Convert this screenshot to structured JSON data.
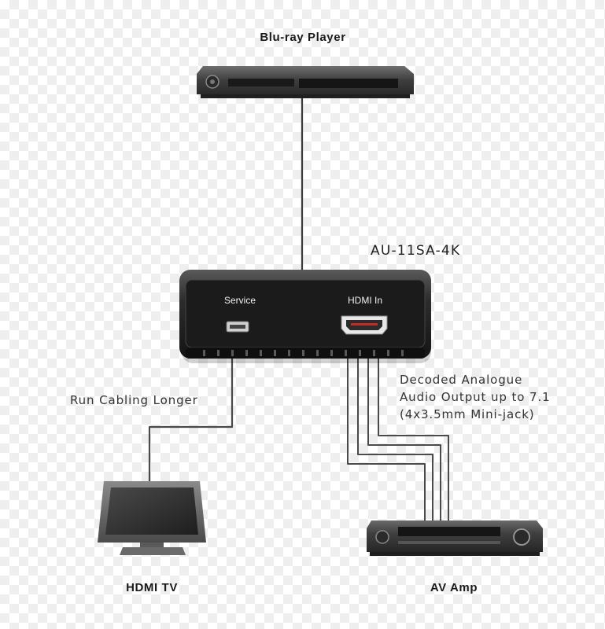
{
  "nodes": {
    "bluray": {
      "label": "Blu-ray Player"
    },
    "converter": {
      "label": "AU-11SA-4K",
      "service_label": "Service",
      "hdmi_in_label": "HDMI In"
    },
    "tv": {
      "label": "HDMI TV"
    },
    "amp": {
      "label": "AV Amp"
    }
  },
  "annotations": {
    "cable_note": "Run Cabling Longer",
    "audio_note_line1": "Decoded Analogue",
    "audio_note_line2": "Audio Output up to 7.1",
    "audio_note_line3": "(4x3.5mm Mini-jack)"
  },
  "edges": [
    {
      "from": "Blu-ray Player",
      "to": "AU-11SA-4K",
      "count": 1
    },
    {
      "from": "AU-11SA-4K",
      "to": "HDMI TV",
      "count": 1
    },
    {
      "from": "AU-11SA-4K",
      "to": "AV Amp",
      "count": 4
    }
  ],
  "colors": {
    "device_dark": "#1c1c1c",
    "device_mid": "#3a3a3a",
    "cable": "#4a4a4a",
    "accent_red": "#c8282a"
  }
}
